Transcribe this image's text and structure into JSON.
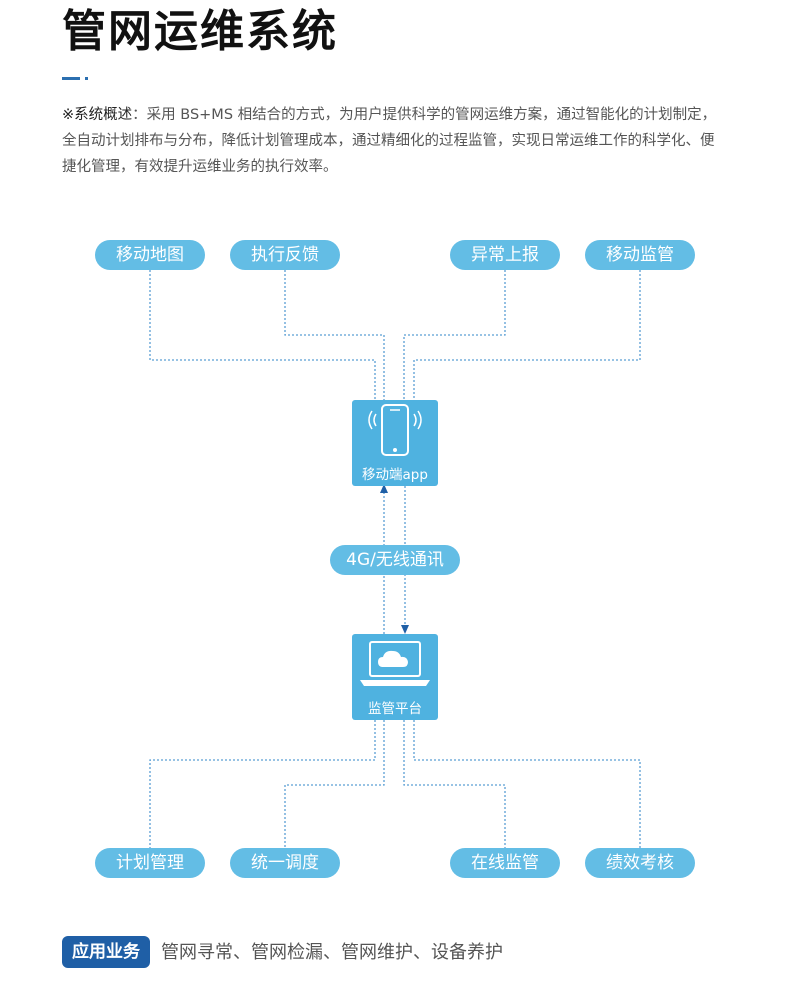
{
  "title": "管网运维系统",
  "overview": {
    "label": "※系统概述",
    "text": "：采用 BS+MS  相结合的方式，为用户提供科学的管网运维方案，通过智能化的计划制定，全自动计划排布与分布，降低计划管理成本，通过精细化的过程监管，实现日常运维工作的科学化、便捷化管理，有效提升运维业务的执行效率。"
  },
  "diagram": {
    "top_nodes": [
      "移动地图",
      "执行反馈",
      "异常上报",
      "移动监管"
    ],
    "mobile_app": "移动端app",
    "network": "4G/无线通讯",
    "platform": "监管平台",
    "bottom_nodes": [
      "计划管理",
      "统一调度",
      "在线监管",
      "绩效考核"
    ],
    "colors": {
      "pill": "#63bde5",
      "device": "#4fb2e0",
      "line": "#5a9fd4",
      "arrow": "#1f5fa6"
    }
  },
  "business": {
    "tag": "应用业务",
    "text": "管网寻常、管网检漏、管网维护、设备养护"
  }
}
